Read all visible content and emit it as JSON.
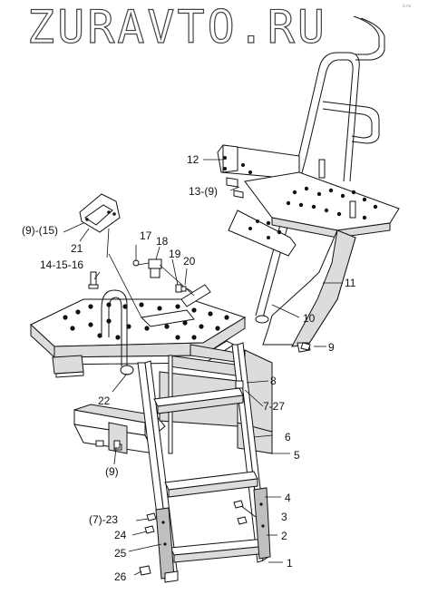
{
  "watermark": {
    "text": "ZURAVTO.RU",
    "corner_mark": "z.ru"
  },
  "callouts": {
    "c1": "1",
    "c2": "2",
    "c3": "3",
    "c4": "4",
    "c5": "5",
    "c6": "6",
    "c7_27": "7-27",
    "c8": "8",
    "c9_right": "9",
    "c9_bracket": "(9)",
    "c10": "10",
    "c11": "11",
    "c12": "12",
    "c13_9": "13-(9)",
    "c9_15": "(9)-(15)",
    "c14_15_16": "14-15-16",
    "c17": "17",
    "c18": "18",
    "c19": "19",
    "c20": "20",
    "c21": "21",
    "c22": "22",
    "c7_23": "(7)-23",
    "c24": "24",
    "c25": "25",
    "c26": "26"
  },
  "colors": {
    "line": "#111111",
    "shade": "#dcdcdc",
    "dark_shade": "#bfbfbf",
    "background": "#ffffff"
  }
}
